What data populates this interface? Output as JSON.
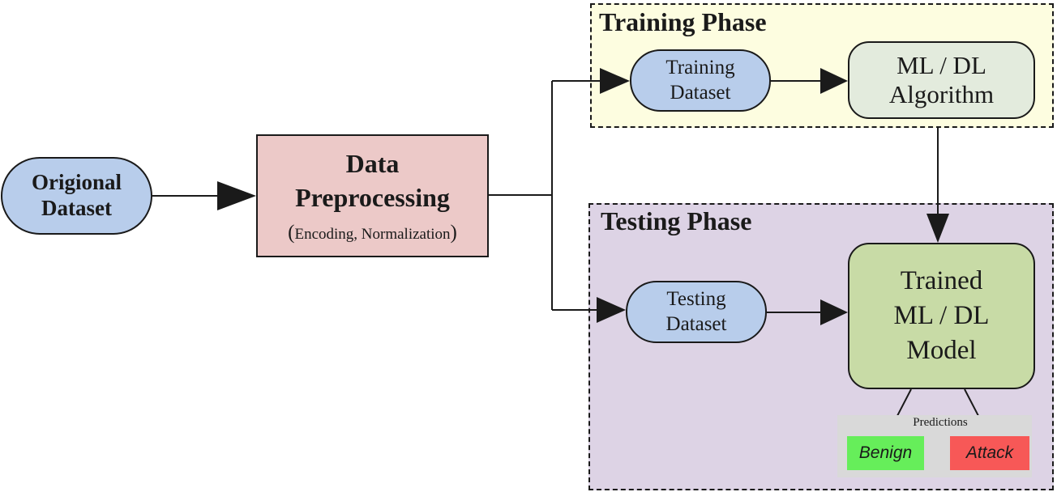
{
  "original_dataset": {
    "line1": "Origional",
    "line2": "Dataset"
  },
  "preprocessing": {
    "line1": "Data",
    "line2": "Preprocessing",
    "note_open": "(",
    "note": "Encoding, Normalization",
    "note_close": ")"
  },
  "training_phase": {
    "title": "Training Phase",
    "dataset": {
      "line1": "Training",
      "line2": "Dataset"
    },
    "algorithm": {
      "line1": "ML / DL",
      "line2": "Algorithm"
    }
  },
  "testing_phase": {
    "title": "Testing Phase",
    "dataset": {
      "line1": "Testing",
      "line2": "Dataset"
    },
    "model": {
      "line1": "Trained",
      "line2": "ML / DL",
      "line3": "Model"
    }
  },
  "predictions": {
    "label": "Predictions",
    "benign": "Benign",
    "attack": "Attack"
  },
  "colors": {
    "dataset_fill": "#b8cdeb",
    "preprocessing_fill": "#ecc9c8",
    "training_phase_fill": "#fdfde0",
    "testing_phase_fill": "#ddd3e5",
    "algorithm_fill": "#e3ebdd",
    "model_fill": "#c8dba6",
    "benign_fill": "#66ee5a",
    "attack_fill": "#f75857"
  }
}
